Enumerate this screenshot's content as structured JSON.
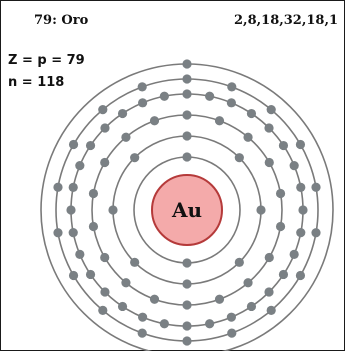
{
  "title": "79: Oro",
  "configuration": "2,8,18,32,18,1",
  "proton_line": "Z = p = 79",
  "neutron_line": "n = 118",
  "nucleus": {
    "symbol": "Au",
    "fill": "#f4aaaa",
    "stroke": "#b53a3a"
  },
  "shells": [
    2,
    8,
    18,
    32,
    18,
    1
  ],
  "colors": {
    "shell": "#7a7a7a",
    "electron": "#7a8084",
    "text": "#111111"
  }
}
